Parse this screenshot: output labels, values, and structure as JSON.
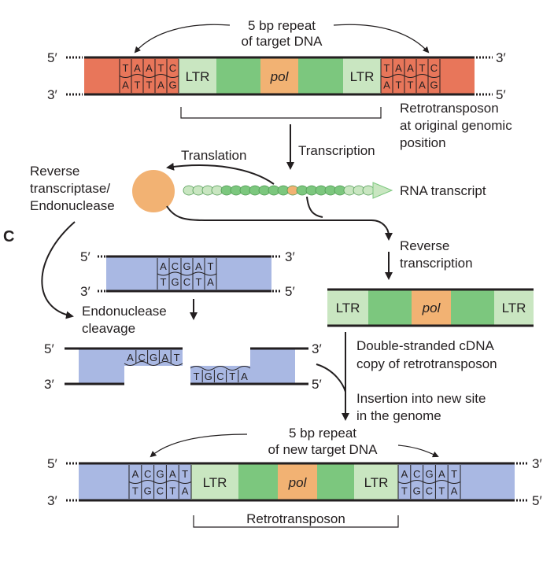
{
  "panel_label": "C",
  "colors": {
    "target_dna_original": "#e8765a",
    "target_dna_new": "#a9b8e3",
    "ltr": "#c9e6c1",
    "green": "#7cc77e",
    "pol": "#f2b273",
    "enzyme": "#f2b273",
    "strand": "#231f20",
    "arrow": "#231f20"
  },
  "top_element": {
    "repeat_label_line1": "5 bp repeat",
    "repeat_label_line2": "of target DNA",
    "strand_top_5": "5′",
    "strand_top_3": "3′",
    "strand_bottom_3": "3′",
    "strand_bottom_5": "5′",
    "left_repeat_top": [
      "T",
      "A",
      "A",
      "T",
      "C"
    ],
    "left_repeat_bottom": [
      "A",
      "T",
      "T",
      "A",
      "G"
    ],
    "right_repeat_top": [
      "T",
      "A",
      "A",
      "T",
      "C"
    ],
    "right_repeat_bottom": [
      "A",
      "T",
      "T",
      "A",
      "G"
    ],
    "ltr_left": "LTR",
    "pol": "pol",
    "ltr_right": "LTR",
    "caption_line1": "Retrotransposon",
    "caption_line2": "at original genomic",
    "caption_line3": "position"
  },
  "middle": {
    "transcription": "Transcription",
    "translation": "Translation",
    "enzyme_line1": "Reverse",
    "enzyme_line2": "transcriptase/",
    "enzyme_line3": "Endonuclease",
    "rna_transcript": "RNA transcript",
    "reverse_transcription_line1": "Reverse",
    "reverse_transcription_line2": "transcription"
  },
  "target_site": {
    "strand_top_5": "5′",
    "strand_top_3": "3′",
    "strand_bottom_3": "3′",
    "strand_bottom_5": "5′",
    "top_bases": [
      "A",
      "C",
      "G",
      "A",
      "T"
    ],
    "bottom_bases": [
      "T",
      "G",
      "C",
      "T",
      "A"
    ],
    "cleavage_line1": "Endonuclease",
    "cleavage_line2": "cleavage"
  },
  "cut_site": {
    "strand_top_5": "5′",
    "strand_top_3": "3′",
    "strand_bottom_3": "3′",
    "strand_bottom_5": "5′",
    "top_bases": [
      "A",
      "C",
      "G",
      "A",
      "T"
    ],
    "bottom_bases": [
      "T",
      "G",
      "C",
      "T",
      "A"
    ]
  },
  "cdna": {
    "ltr_left": "LTR",
    "pol": "pol",
    "ltr_right": "LTR",
    "caption_line1": "Double-stranded cDNA",
    "caption_line2": "copy of retrotransposon",
    "insertion_line1": "Insertion into new site",
    "insertion_line2": "in the genome"
  },
  "bottom_element": {
    "repeat_label_line1": "5 bp repeat",
    "repeat_label_line2": "of new target DNA",
    "strand_top_5": "5′",
    "strand_top_3": "3′",
    "strand_bottom_3": "3′",
    "strand_bottom_5": "5′",
    "left_repeat_top": [
      "A",
      "C",
      "G",
      "A",
      "T"
    ],
    "left_repeat_bottom": [
      "T",
      "G",
      "C",
      "T",
      "A"
    ],
    "right_repeat_top": [
      "A",
      "C",
      "G",
      "A",
      "T"
    ],
    "right_repeat_bottom": [
      "T",
      "G",
      "C",
      "T",
      "A"
    ],
    "ltr_left": "LTR",
    "pol": "pol",
    "ltr_right": "LTR",
    "caption": "Retrotransposon"
  }
}
